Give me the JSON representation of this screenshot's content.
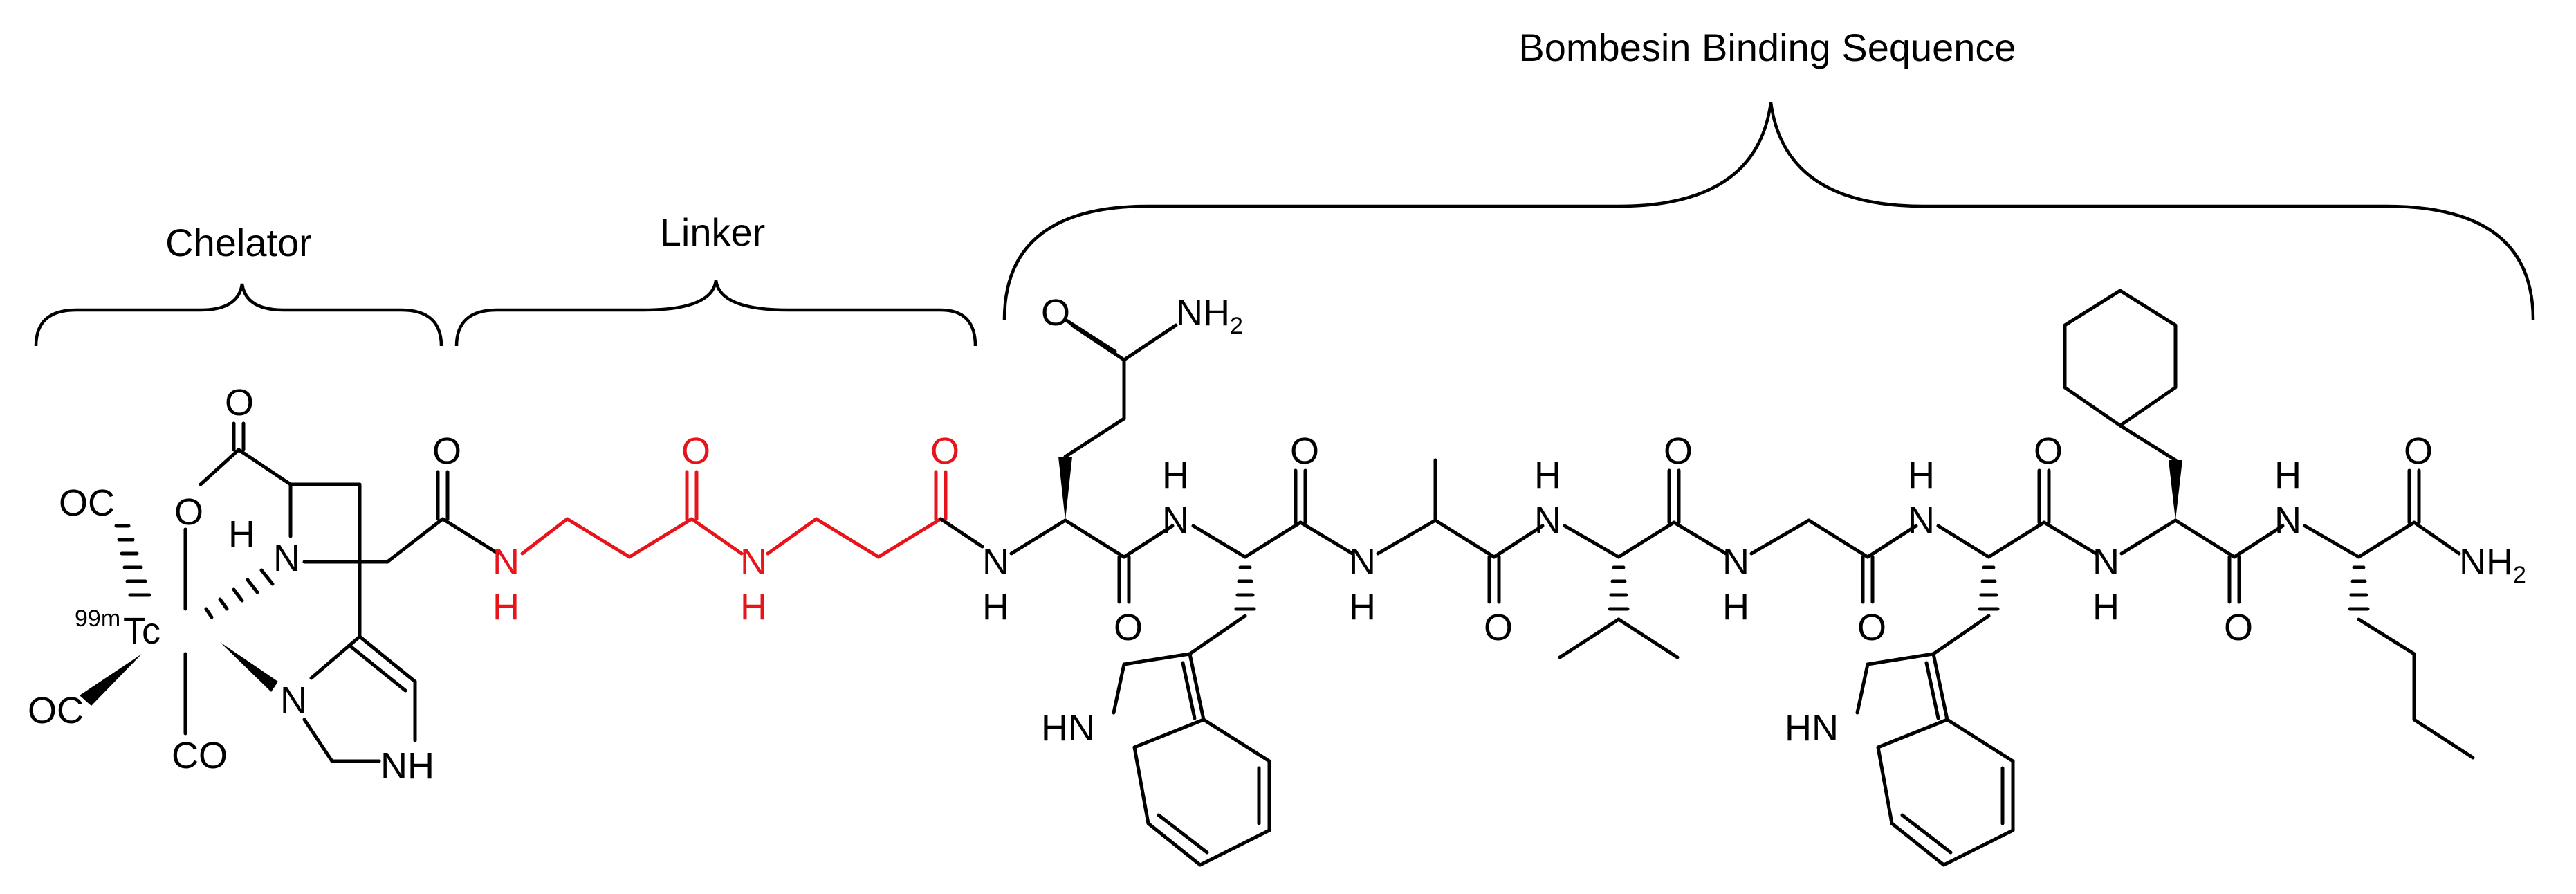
{
  "labels": {
    "chelator": "Chelator",
    "linker": "Linker",
    "binding": "Bombesin Binding Sequence"
  },
  "atoms": {
    "O": "O",
    "N": "N",
    "H": "H",
    "NH": "NH",
    "HN": "HN",
    "NH2": "NH",
    "sub2": "2",
    "OC": "OC",
    "CO": "CO",
    "Tc": "Tc",
    "iso": "99m"
  },
  "colors": {
    "structure": "#000000",
    "linker": "#e8141b"
  }
}
